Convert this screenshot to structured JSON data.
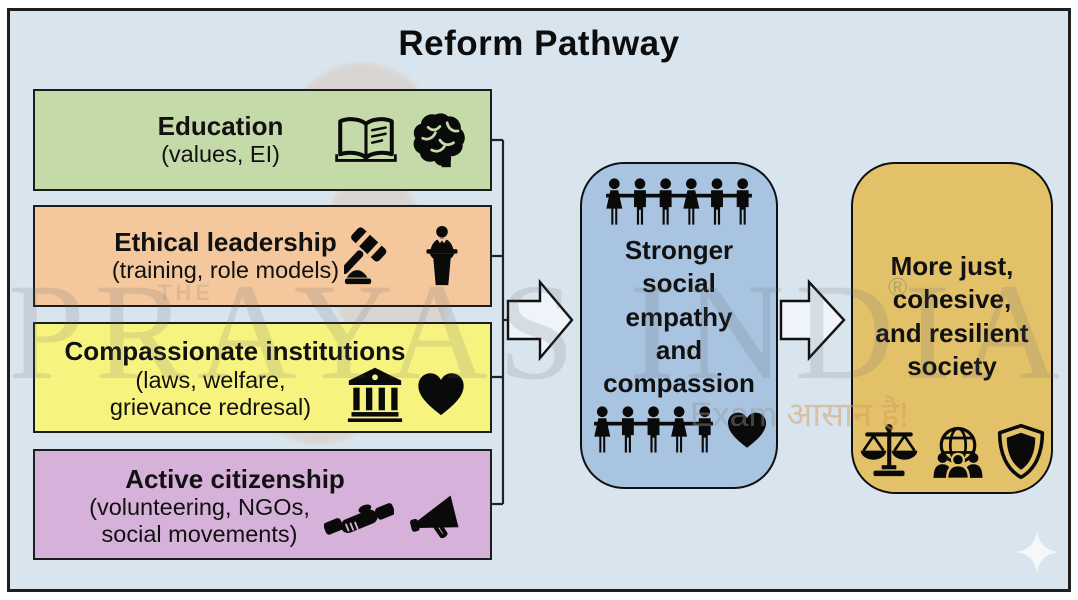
{
  "title": "Reform Pathway",
  "sources": [
    {
      "title": "Education",
      "subtitle": "(values, EI)",
      "icons": [
        "open-book",
        "brain"
      ],
      "color": "#c5daa9"
    },
    {
      "title": "Ethical leadership",
      "subtitle": "(training, role models)",
      "icons": [
        "gavel",
        "speaker-podium"
      ],
      "color": "#f4c79c"
    },
    {
      "title": "Compassionate institutions",
      "subtitle_lines": [
        "(laws, welfare,",
        "grievance redresal)"
      ],
      "icons": [
        "bank-building",
        "heart"
      ],
      "color": "#f7f37f"
    },
    {
      "title": "Active citizenship",
      "subtitle_lines": [
        "(volunteering, NGOs,",
        "social movements)"
      ],
      "icons": [
        "handshake",
        "megaphone"
      ],
      "color": "#d6b1d9"
    }
  ],
  "center_box": {
    "lines": [
      "Stronger",
      "social",
      "empathy",
      "and",
      "compassion"
    ],
    "icons": [
      "people-row-6",
      "people-row-5",
      "heart"
    ],
    "color": "#a9c4e0"
  },
  "outcome_box": {
    "lines": [
      "More just,",
      "cohesive,",
      "and resilient",
      "society"
    ],
    "icons": [
      "scales-of-justice",
      "globe-community",
      "shield"
    ],
    "color": "#e2c169"
  },
  "watermark": {
    "main": "PRAYAS INDIA",
    "tagline_en": "Exam",
    "tagline_hi": "आसान है!",
    "registered": "®",
    "ghost": "THE"
  },
  "colors": {
    "background": "#d9e5ee",
    "frame_border": "#1e1e1e",
    "arrow_fill": "#eef4f9",
    "icon_black": "#0a0a0a"
  }
}
